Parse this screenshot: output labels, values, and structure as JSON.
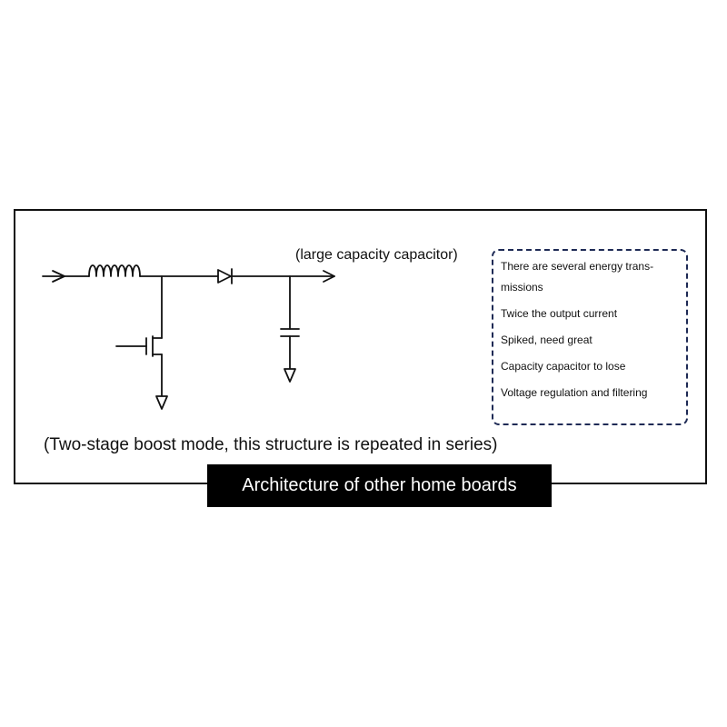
{
  "diagram": {
    "capacitor_label": "(large capacity capacitor)",
    "notes": [
      "There are several energy trans-",
      "missions",
      "Twice the output current",
      "Spiked, need great",
      "Capacity capacitor to lose",
      "Voltage regulation and filtering"
    ],
    "mode_caption": "(Two-stage boost mode, this structure is repeated in series)",
    "banner_title": "Architecture of other home boards",
    "colors": {
      "line": "#111111",
      "notes_border": "#1e2a55",
      "banner_background": "#000000",
      "banner_text": "#ffffff"
    }
  }
}
